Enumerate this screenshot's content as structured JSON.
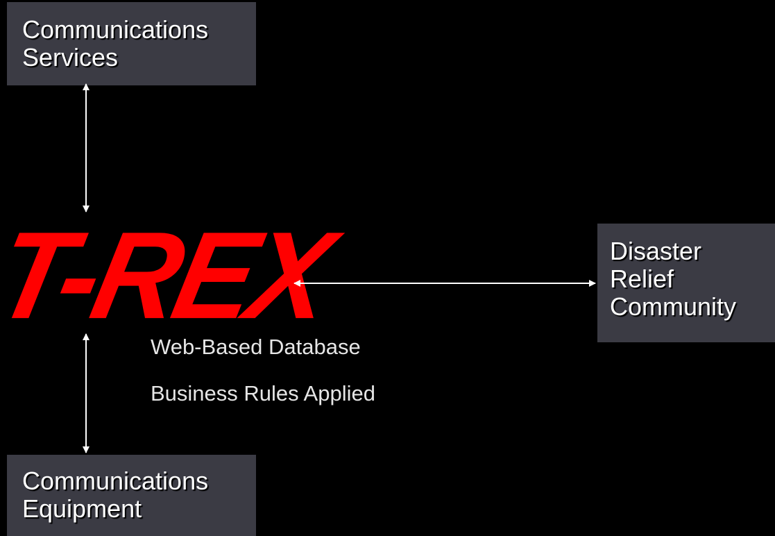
{
  "diagram": {
    "center": {
      "logo_text": "T-REX"
    },
    "notes": [
      "Web-Based Database",
      "Business Rules Applied"
    ],
    "nodes": {
      "services": {
        "lines": [
          "Communications",
          "Services"
        ]
      },
      "equipment": {
        "lines": [
          "Communications",
          "Equipment"
        ]
      },
      "relief": {
        "lines": [
          "Disaster",
          "Relief",
          "Community"
        ]
      }
    },
    "connections": [
      {
        "from": "services",
        "to": "T-REX",
        "direction": "bidirectional"
      },
      {
        "from": "equipment",
        "to": "T-REX",
        "direction": "bidirectional"
      },
      {
        "from": "T-REX",
        "to": "relief",
        "direction": "bidirectional"
      }
    ],
    "colors": {
      "background": "#000000",
      "box": "#3b3b44",
      "logo": "#ff0000",
      "text": "#ffffff",
      "arrow": "#ffffff"
    }
  }
}
